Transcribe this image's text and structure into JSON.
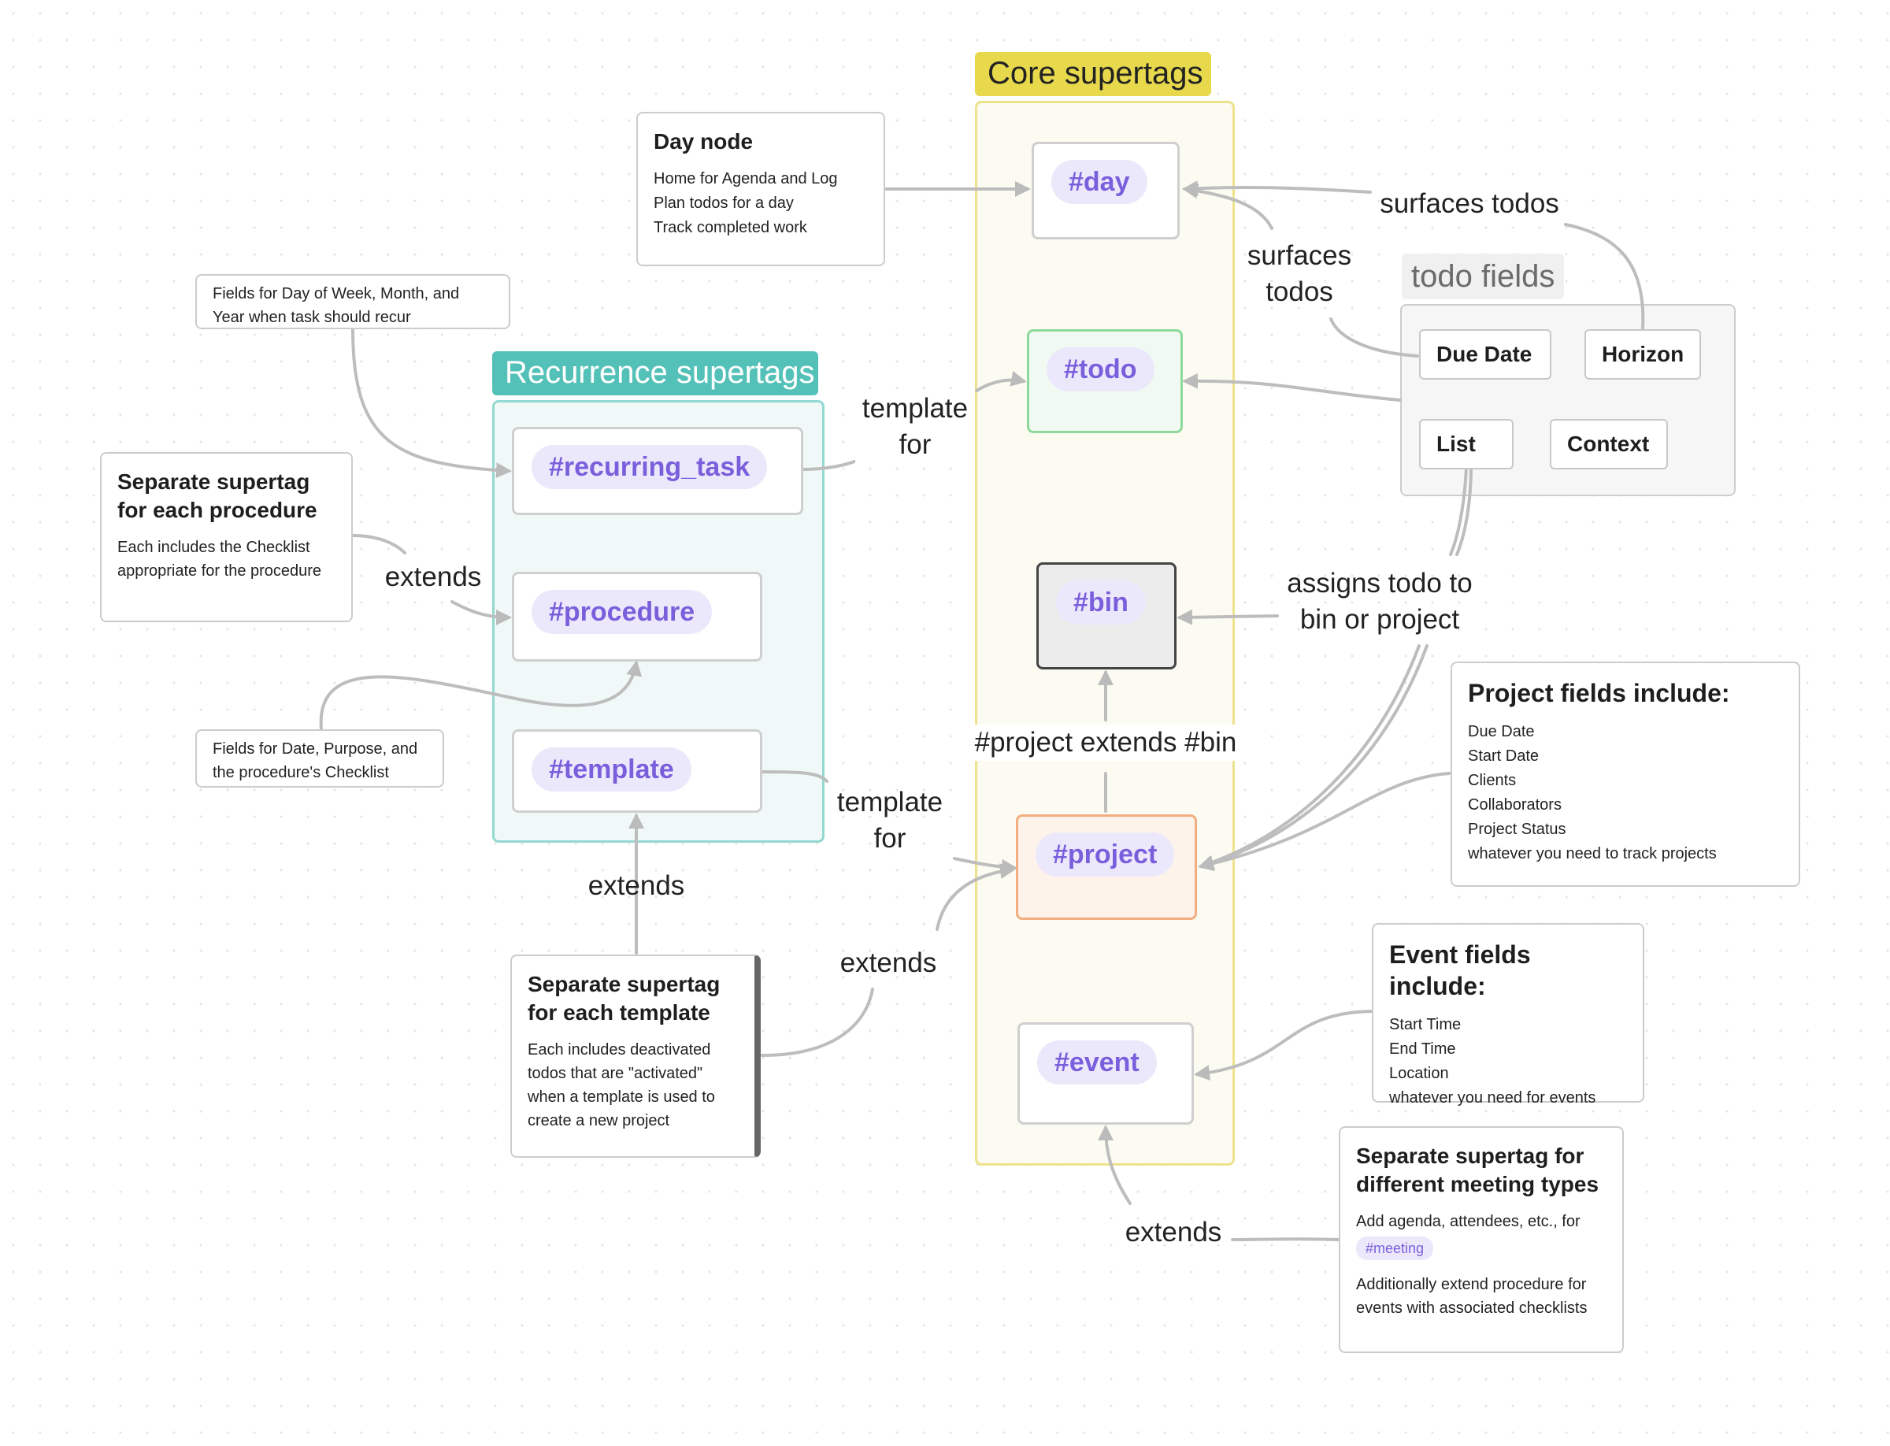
{
  "groups": {
    "core": "Core supertags",
    "recurrence": "Recurrence supertags",
    "todo_fields": "todo fields"
  },
  "tags": {
    "day": "#day",
    "todo": "#todo",
    "bin": "#bin",
    "project": "#project",
    "event": "#event",
    "recurring_task": "#recurring_task",
    "procedure": "#procedure",
    "template": "#template"
  },
  "todo_fields": [
    "Due Date",
    "Horizon",
    "List",
    "Context"
  ],
  "cards": {
    "day_node": {
      "title": "Day node",
      "lines": [
        "Home for Agenda and Log",
        "Plan todos for a day",
        "Track completed work"
      ]
    },
    "recur_fields": {
      "text": "Fields for Day of Week, Month, and Year when task should recur"
    },
    "sep_procedure": {
      "title": "Separate supertag for each procedure",
      "text": "Each includes the Checklist appropriate for the procedure"
    },
    "proc_fields": {
      "text": "Fields for Date, Purpose, and the procedure's Checklist"
    },
    "sep_template": {
      "title": "Separate supertag for each template",
      "text": "Each includes deactivated todos that are \"activated\" when a template is used to create a new project"
    },
    "project_fields": {
      "title": "Project fields include:",
      "lines": [
        "Due Date",
        "Start Date",
        "Clients",
        "Collaborators",
        "Project Status",
        "whatever you need to track projects"
      ]
    },
    "event_fields": {
      "title": "Event fields include:",
      "lines": [
        "Start Time",
        "End Time",
        "Location",
        "whatever you need for events"
      ]
    },
    "meeting_types": {
      "title": "Separate supertag for different meeting types",
      "text": "Add agenda, attendees, etc., for",
      "tag": "#meeting",
      "text2": "Additionally extend procedure for events with associated checklists"
    }
  },
  "labels": {
    "surfaces_todos_top": "surfaces todos",
    "surfaces_todos_side": [
      "surfaces",
      "todos"
    ],
    "template_for_1": [
      "template",
      "for"
    ],
    "template_for_2": [
      "template",
      "for"
    ],
    "extends_procedure": "extends",
    "extends_template": "extends",
    "extends_project": "extends",
    "extends_event": "extends",
    "assigns": [
      "assigns todo to",
      "bin or project"
    ],
    "project_extends_bin": "#project extends #bin"
  }
}
